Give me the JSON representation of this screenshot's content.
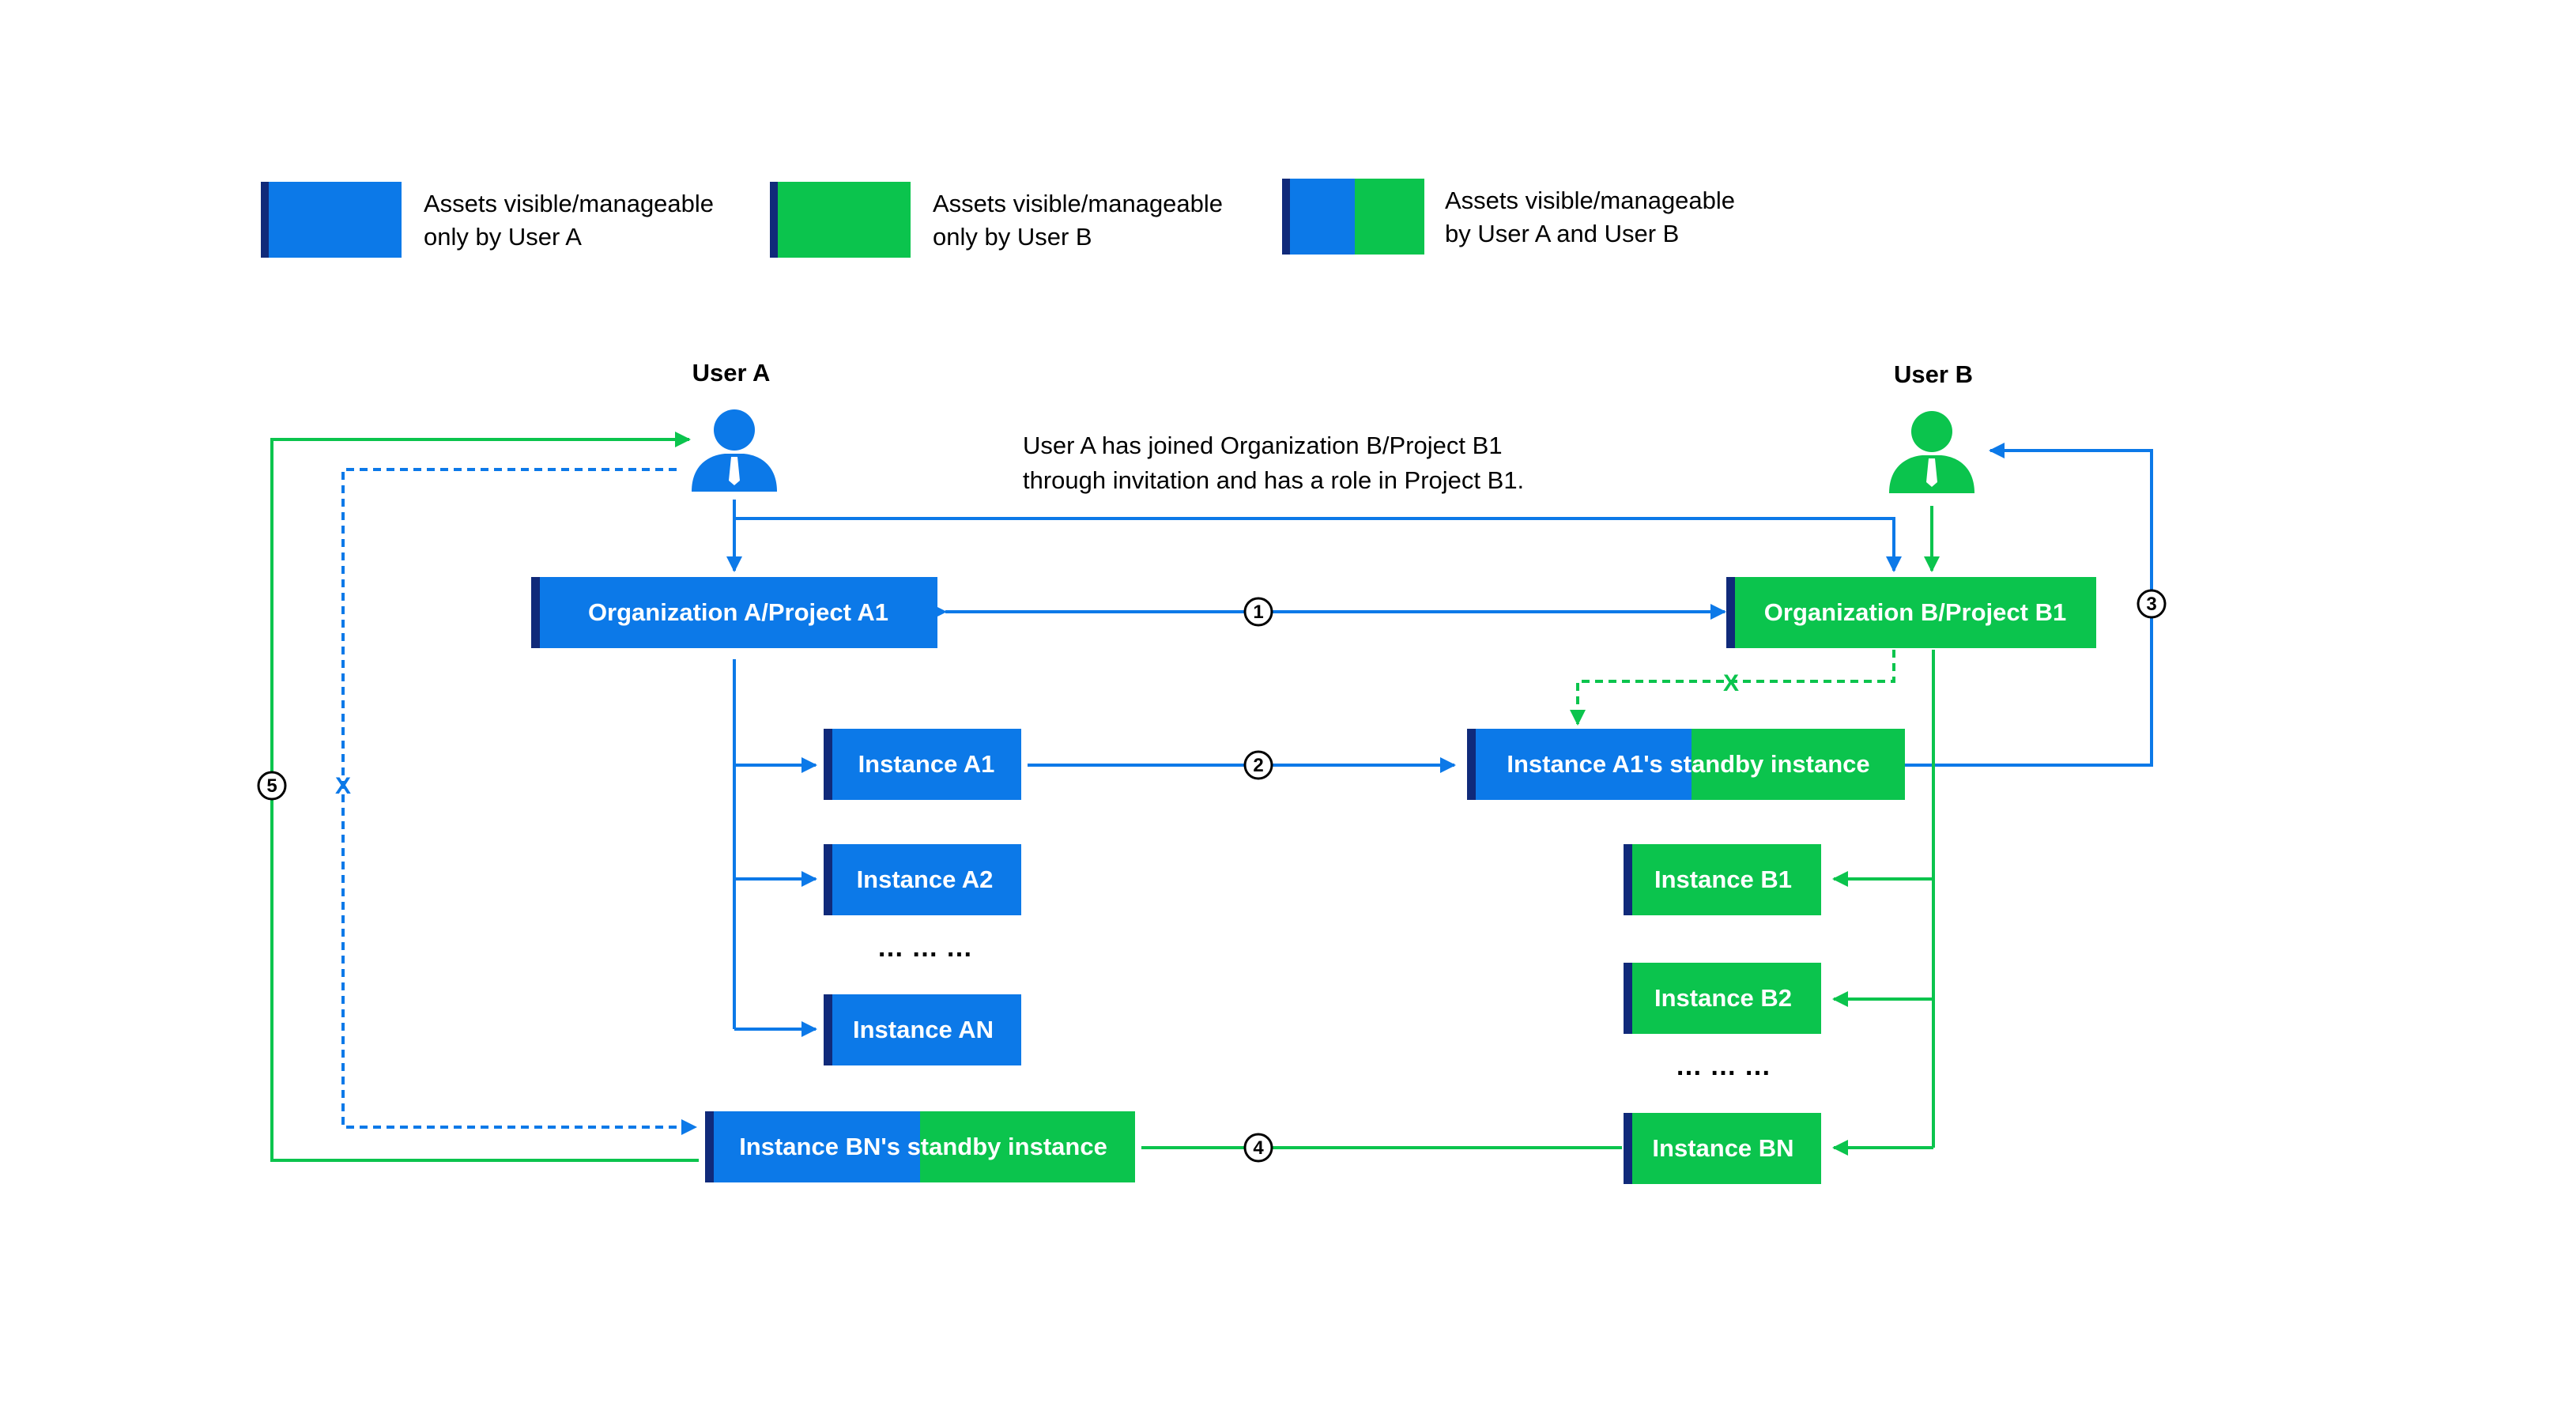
{
  "colors": {
    "blue": "#0C79E8",
    "green": "#0BC44D",
    "accent": "#102A7A"
  },
  "legend": {
    "a_line1": "Assets visible/manageable",
    "a_line2": "only by User A",
    "b_line1": "Assets visible/manageable",
    "b_line2": "only by User B",
    "ab_line1": "Assets visible/manageable",
    "ab_line2": "by User A and User B"
  },
  "users": {
    "a": "User A",
    "b": "User B"
  },
  "note": {
    "line1": "User A has joined Organization B/Project B1",
    "line2": "through invitation and has a role in Project B1."
  },
  "boxes": {
    "org_a": "Organization A/Project A1",
    "org_b": "Organization B/Project B1",
    "inst_a1": "Instance A1",
    "inst_a2": "Instance A2",
    "inst_an": "Instance AN",
    "standby_a1": "Instance A1's standby instance",
    "inst_b1": "Instance B1",
    "inst_b2": "Instance B2",
    "inst_bn": "Instance BN",
    "standby_bn": "Instance BN's standby instance"
  },
  "ellipsis_a": "… … …",
  "ellipsis_b": "… … …",
  "steps": [
    "1",
    "2",
    "3",
    "4",
    "5"
  ],
  "deny_mark_a": "X",
  "deny_mark_b": "X"
}
